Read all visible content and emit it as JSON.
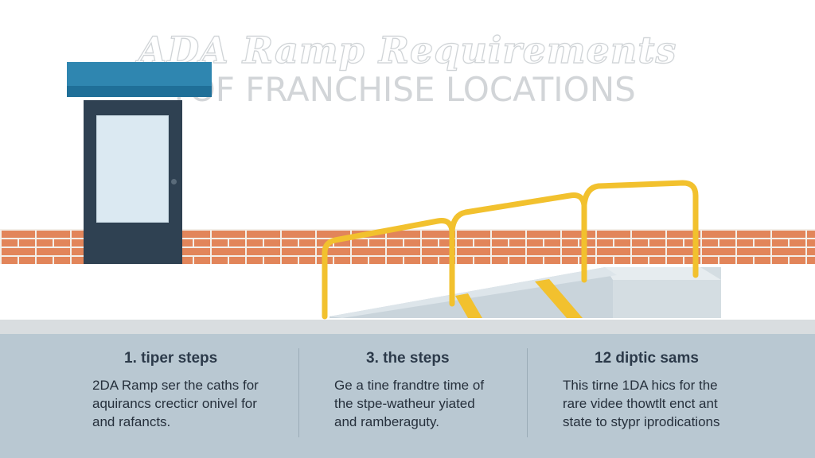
{
  "header": {
    "title": "ADA Ramp Requirements",
    "subtitle": "TOF FRANCHISE LOCATIONS"
  },
  "columns": [
    {
      "heading": "1. tiper steps",
      "lines": [
        "2DA Ramp ser the caths for",
        "aquirancs crecticr onivel for",
        "and rafancts."
      ]
    },
    {
      "heading": "3. the steps",
      "lines": [
        "Ge a tine frandtre time of",
        "the stpe-watheur yiated",
        "and ramberaguty."
      ]
    },
    {
      "heading": "12 diptic sams",
      "lines": [
        "This tirne 1DA hics for the",
        "rare videe thowtlt enct ant",
        "state to stypr iprodications"
      ]
    }
  ],
  "colors": {
    "awning": "#2f86b0",
    "door": "#2f4152",
    "brick": "#e2855a",
    "handrail": "#f2c12e",
    "panel": "#b9c8d2"
  },
  "icons": [
    "storefront-door-icon",
    "ramp-icon",
    "handrail-icon",
    "brick-wall-icon"
  ]
}
